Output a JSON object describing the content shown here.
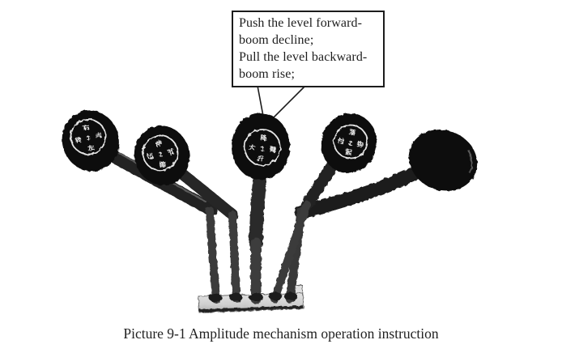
{
  "callout": {
    "lines": [
      "Push the level forward-",
      "boom decline;",
      "Pull the level backward-",
      "boom rise;"
    ]
  },
  "caption": "Picture 9-1 Amplitude mechanism operation instruction",
  "levers": [
    {
      "name": "steering-lever",
      "labels": {
        "top": "右",
        "left": "转",
        "right": "向",
        "bottom": "左"
      },
      "arrow": "↕"
    },
    {
      "name": "telescope-lever",
      "labels": {
        "top": "伸",
        "left": "出",
        "right": "节",
        "bottom": "缩"
      },
      "arrow": "↕"
    },
    {
      "name": "boom-lever",
      "labels": {
        "top": "降",
        "left": "大",
        "right": "臂",
        "bottom": "升"
      },
      "arrow": "↕"
    },
    {
      "name": "hook-lever",
      "labels": {
        "top": "落",
        "left": "付",
        "right": "钩",
        "bottom": "起"
      },
      "arrow": "↕"
    },
    {
      "name": "plain-lever",
      "labels": null
    }
  ],
  "colors": {
    "page_background": "#ffffff",
    "callout_border": "#1c1c1c",
    "text": "#1d1d1d",
    "knob_black": "#0d0d0d",
    "knob_ring_white": "#e6e6e6",
    "shaft_dark": "#262626",
    "shaft_light": "#3d3d3d",
    "base_plate_gray": "#d6d6d6"
  }
}
